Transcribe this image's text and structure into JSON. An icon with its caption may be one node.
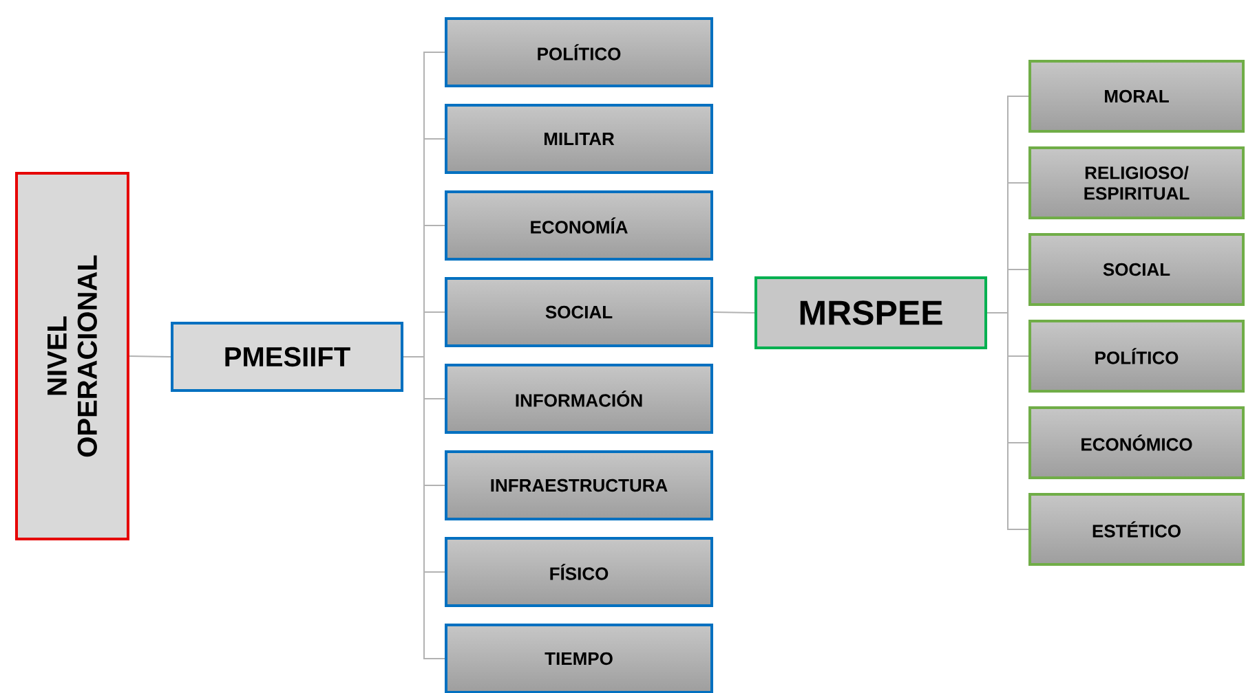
{
  "diagram": {
    "nodes": [
      {
        "text": [
          "NIVEL OPERACIONAL"
        ]
      },
      {
        "text": [
          "PMESIIFT"
        ]
      },
      {
        "text": [
          "POLÍTICO"
        ]
      },
      {
        "text": [
          "MILITAR"
        ]
      },
      {
        "text": [
          "ECONOMÍA"
        ]
      },
      {
        "text": [
          "SOCIAL"
        ]
      },
      {
        "text": [
          "INFORMACIÓN"
        ]
      },
      {
        "text": [
          "INFRAESTRUCTURA"
        ]
      },
      {
        "text": [
          "FÍSICO"
        ]
      },
      {
        "text": [
          "TIEMPO"
        ]
      },
      {
        "text": [
          "MRSPEE"
        ]
      },
      {
        "text": [
          "MORAL"
        ]
      },
      {
        "text": [
          "RELIGIOSO/ ESPIRITUAL"
        ]
      },
      {
        "text": [
          "SOCIAL"
        ]
      },
      {
        "text": [
          "POLÍTICO"
        ]
      },
      {
        "text": [
          "ECONÓMICO"
        ]
      },
      {
        "text": [
          "ESTÉTICO"
        ]
      }
    ],
    "edges": [
      {
        "from": 0,
        "to": 1,
        "arrow": "none"
      },
      {
        "from": 1,
        "to": 2,
        "arrow": "none"
      },
      {
        "from": 1,
        "to": 3,
        "arrow": "none"
      },
      {
        "from": 1,
        "to": 4,
        "arrow": "none"
      },
      {
        "from": 1,
        "to": 5,
        "arrow": "none"
      },
      {
        "from": 1,
        "to": 6,
        "arrow": "none"
      },
      {
        "from": 1,
        "to": 7,
        "arrow": "none"
      },
      {
        "from": 1,
        "to": 8,
        "arrow": "none"
      },
      {
        "from": 1,
        "to": 9,
        "arrow": "none"
      },
      {
        "from": 5,
        "to": 10,
        "arrow": "none"
      },
      {
        "from": 10,
        "to": 11,
        "arrow": "none"
      },
      {
        "from": 10,
        "to": 12,
        "arrow": "none"
      },
      {
        "from": 10,
        "to": 13,
        "arrow": "none"
      },
      {
        "from": 10,
        "to": 14,
        "arrow": "none"
      },
      {
        "from": 10,
        "to": 15,
        "arrow": "none"
      },
      {
        "from": 10,
        "to": 16,
        "arrow": "none"
      }
    ]
  }
}
